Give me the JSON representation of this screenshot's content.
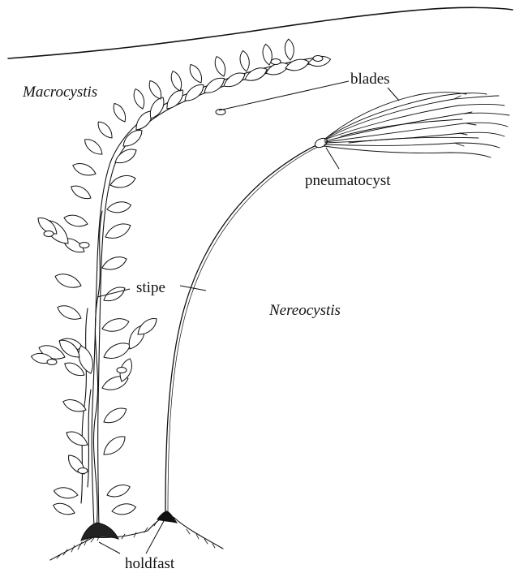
{
  "labels": {
    "macrocystis": "Macrocystis",
    "nereocystis": "Nereocystis",
    "blades": "blades",
    "pneumatocyst": "pneumatocyst",
    "stipe": "stipe",
    "holdfast": "holdfast"
  },
  "colors": {
    "ink": "#111111",
    "background": "#ffffff"
  }
}
